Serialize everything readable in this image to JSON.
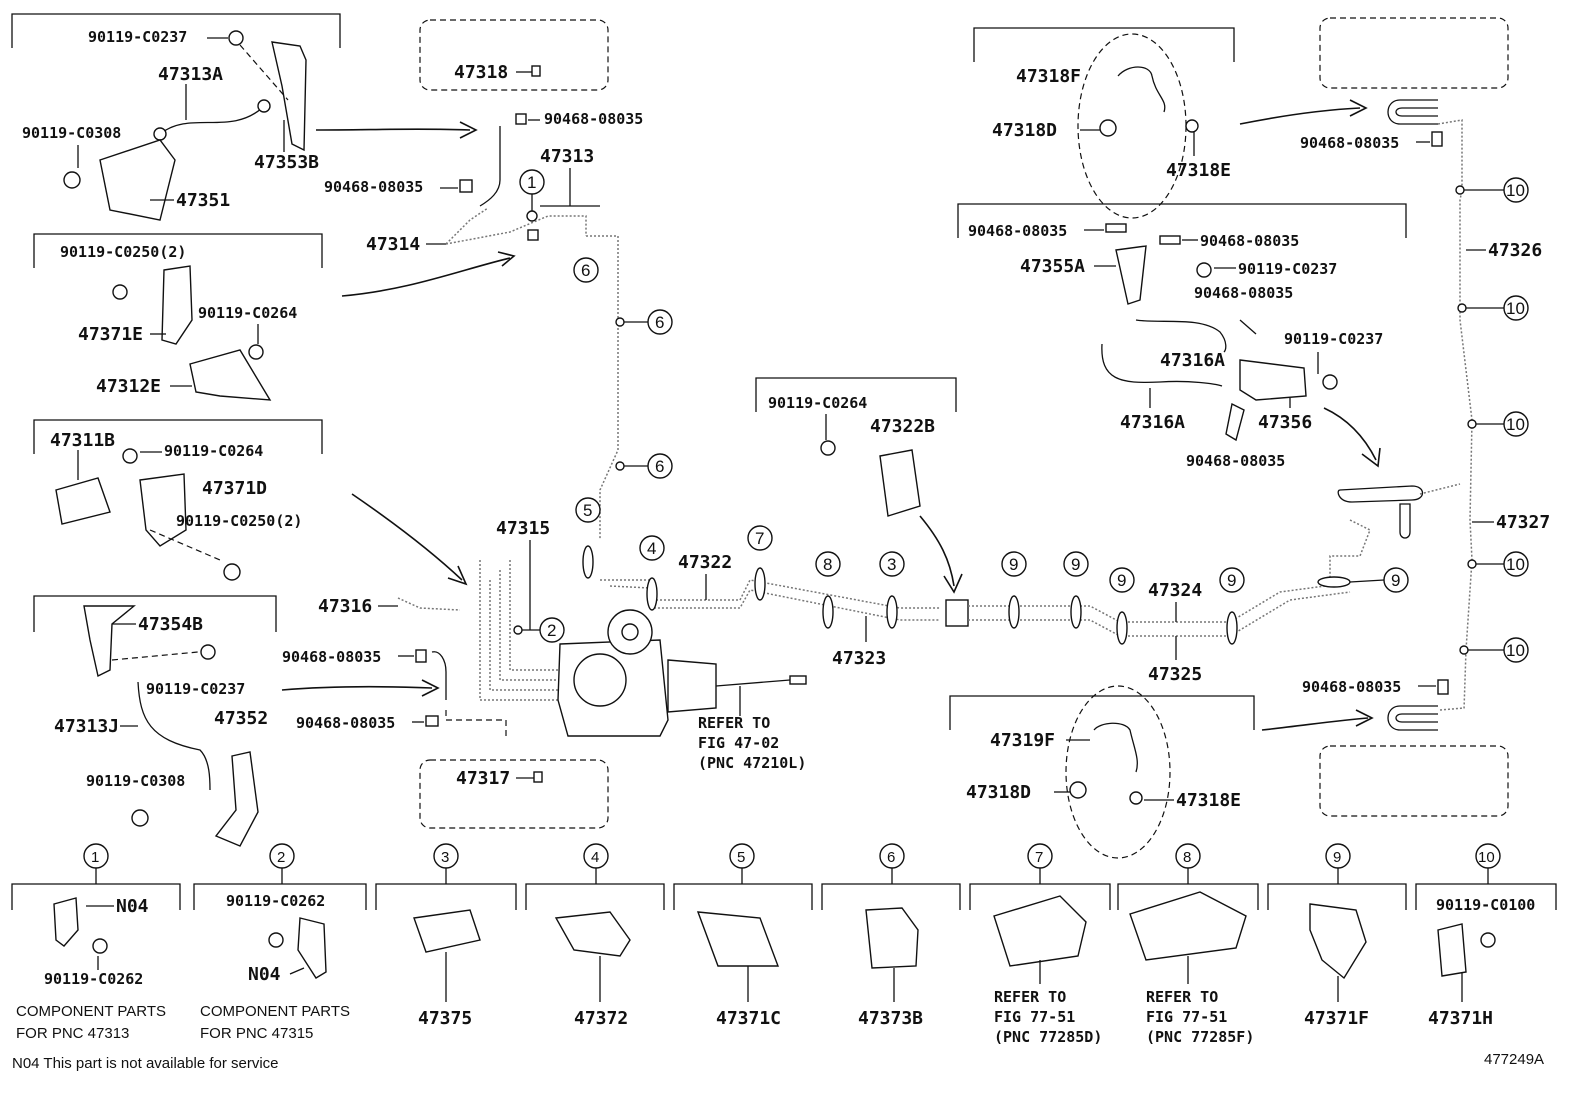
{
  "diagram_id": "477249A",
  "footnote": "N04 This part is not available for service",
  "inset_labels": {
    "i1_bolt": "90119-C0237",
    "i1_hose": "47313A",
    "i1_bracket": "47353B",
    "i1_bolt2": "90119-C0308",
    "i1_base": "47351",
    "i2_bolt": "90119-C0250(2)",
    "i2_bolt2": "90119-C0264",
    "i2_bracket": "47371E",
    "i2_valve": "47312E",
    "i3_valve": "47311B",
    "i3_bolt": "90119-C0264",
    "i3_bracket": "47371D",
    "i3_bolt2": "90119-C0250(2)",
    "i4_bracket": "47354B",
    "i4_bolt": "90119-C0237",
    "i4_hose": "47313J",
    "i4_bracket2": "47352",
    "i4_bolt2": "90119-C0308"
  },
  "center_labels": {
    "tube_top": "47318",
    "clip_a": "90468-08035",
    "tube_main": "47313",
    "clip_b": "90468-08035",
    "tube_314": "47314",
    "tube_315": "47315",
    "tube_316": "47316",
    "clip_c": "90468-08035",
    "clip_d": "90468-08035",
    "tube_317": "47317",
    "tube_322": "47322",
    "tube_323": "47323",
    "tube_324": "47324",
    "tube_325": "47325",
    "refer": [
      "REFER TO",
      "FIG 47-02",
      "(PNC 47210L)"
    ],
    "clamp_bolt": "90119-C0264",
    "clamp_322b": "47322B"
  },
  "right_labels": {
    "hose_f": "47318F",
    "hose_d": "47318D",
    "clip_e": "47318E",
    "clip_top": "90468-08035",
    "clip_r1": "90468-08035",
    "clip_r2": "90468-08035",
    "bracket_a": "47355A",
    "bolt_r1": "90119-C0237",
    "clip_r3": "90468-08035",
    "bolt_r2": "90119-C0237",
    "hose_316a_1": "47316A",
    "hose_316a_2": "47316A",
    "bracket_356": "47356",
    "clip_r4": "90468-08035",
    "tube_326": "47326",
    "tube_327": "47327",
    "clip_low": "90468-08035",
    "hose_319f": "47319F",
    "hose_d2": "47318D",
    "clip_e2": "47318E"
  },
  "callouts": {
    "c1": "1",
    "c2": "2",
    "c3": "3",
    "c4": "4",
    "c5": "5",
    "c6": "6",
    "c7": "7",
    "c8": "8",
    "c9": "9",
    "c10": "10"
  },
  "legend": [
    {
      "num": "1",
      "part": "",
      "sub": [
        "N04",
        "90119-C0262"
      ],
      "notes": [
        "COMPONENT PARTS",
        "FOR PNC 47313"
      ]
    },
    {
      "num": "2",
      "part": "",
      "sub": [
        "90119-C0262",
        "N04"
      ],
      "notes": [
        "COMPONENT PARTS",
        "FOR PNC 47315"
      ]
    },
    {
      "num": "3",
      "part": "47375"
    },
    {
      "num": "4",
      "part": "47372"
    },
    {
      "num": "5",
      "part": "47371C"
    },
    {
      "num": "6",
      "part": "47373B"
    },
    {
      "num": "7",
      "part": "",
      "refer": [
        "REFER TO",
        "FIG 77-51",
        "(PNC 77285D)"
      ]
    },
    {
      "num": "8",
      "part": "",
      "refer": [
        "REFER TO",
        "FIG 77-51",
        "(PNC 77285F)"
      ]
    },
    {
      "num": "9",
      "part": "47371F"
    },
    {
      "num": "10",
      "part": "47371H",
      "sub": [
        "90119-C0100"
      ]
    }
  ]
}
